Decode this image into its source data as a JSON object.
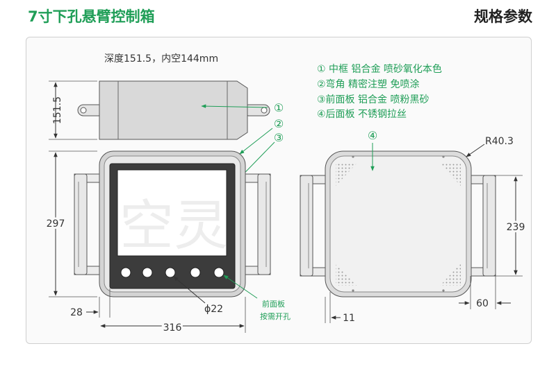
{
  "header": {
    "title": "7寸下孔悬臂控制箱",
    "spec_label": "规格参数"
  },
  "top_view": {
    "depth_caption": "深度151.5，内空144mm",
    "depth_dim": "151.5"
  },
  "legend": [
    "① 中框  铝合金  喷砂氧化本色",
    "②弯角 精密注塑 免喷涂",
    "③前面板  铝合金  喷粉黑砂",
    "④后面板  不锈钢拉丝"
  ],
  "callouts": {
    "c1": "①",
    "c2": "②",
    "c3": "③",
    "c4": "④"
  },
  "front_view": {
    "height_dim": "297",
    "width_dim": "316",
    "edge_dim": "28",
    "button_dim": "ϕ22",
    "note_line1": "前面板",
    "note_line2": "按需开孔",
    "watermark": "空灵"
  },
  "back_view": {
    "radius_dim": "R40.3",
    "height_dim": "239",
    "handle_dim": "60",
    "edge_dim": "11"
  },
  "colors": {
    "brand_green": "#1f9e57",
    "dim_line": "#333333",
    "frame_gray": "#cfcfcf"
  }
}
